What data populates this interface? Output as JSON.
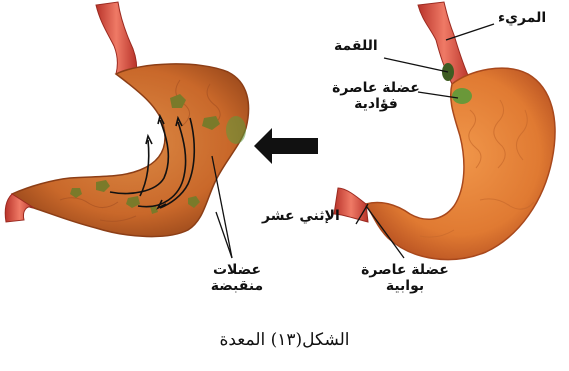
{
  "figure": {
    "caption": "الشكل(١٣) المعدة"
  },
  "labels": {
    "esophagus": "المريء",
    "bolus": "اللقمة",
    "cardiac_sphincter_line1": "عضلة عاصرة",
    "cardiac_sphincter_line2": "فؤادية",
    "duodenum": "الإثني عشر",
    "pyloric_sphincter_line1": "عضلة عاصرة",
    "pyloric_sphincter_line2": "بوابية",
    "contracting_muscles_line1": "عضلات",
    "contracting_muscles_line2": "منقبضة"
  },
  "colors": {
    "stomach_fill": "#e07a32",
    "stomach_edge": "#b04a1a",
    "esophagus": "#d94b3a",
    "food_bits": "#7a7a2a",
    "sphincter_green": "#5c9a3a",
    "arrow": "#111111"
  }
}
